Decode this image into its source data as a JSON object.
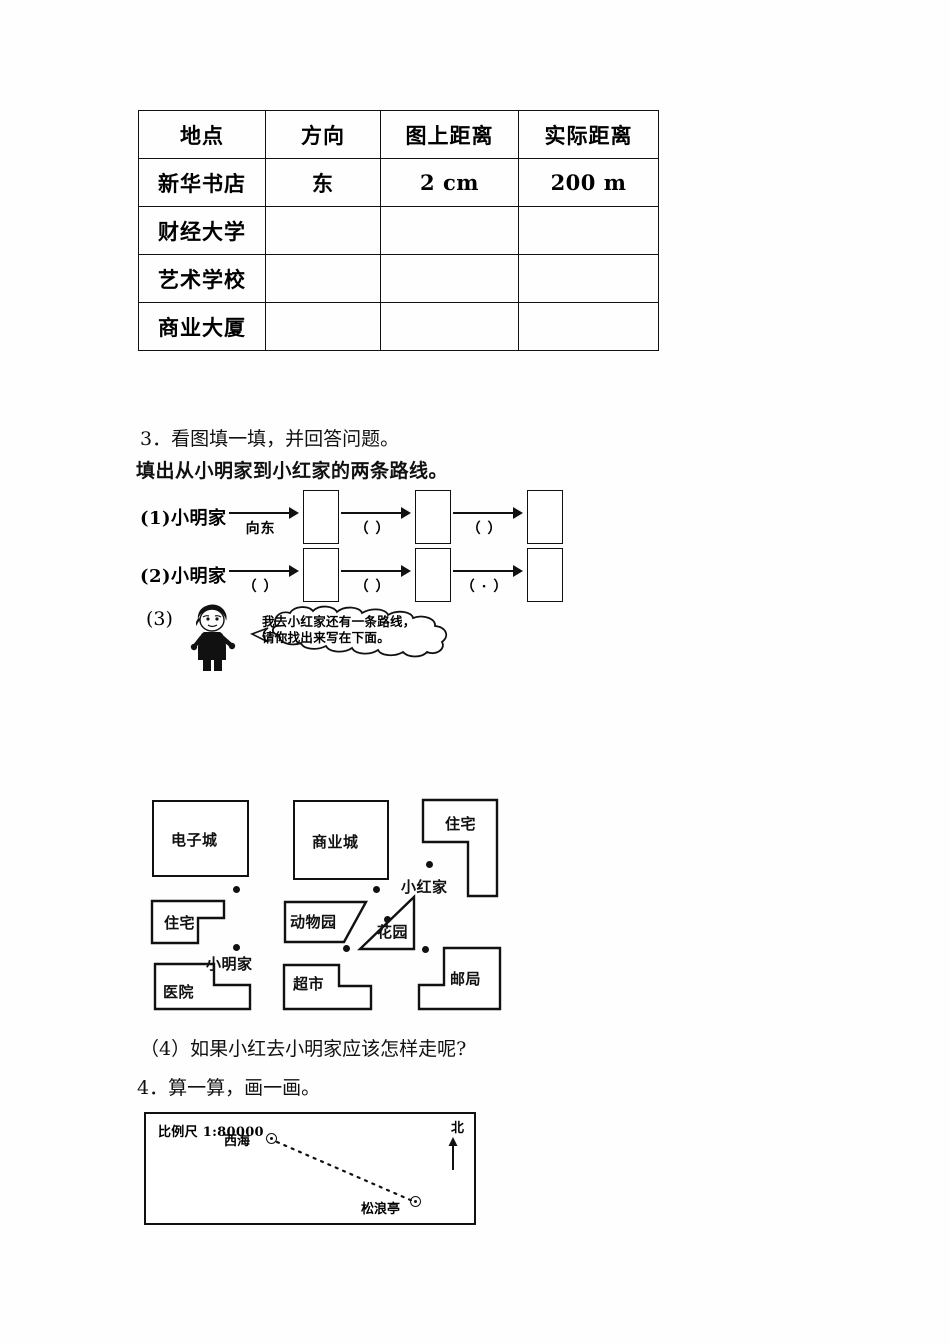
{
  "worksheet": {
    "table": {
      "headers": [
        "地点",
        "方向",
        "图上距离",
        "实际距离"
      ],
      "rows": [
        {
          "place": "新华书店",
          "direction": "东",
          "map_distance": "2 cm",
          "real_distance": "200 m"
        },
        {
          "place": "财经大学",
          "direction": "",
          "map_distance": "",
          "real_distance": ""
        },
        {
          "place": "艺术学校",
          "direction": "",
          "map_distance": "",
          "real_distance": ""
        },
        {
          "place": "商业大厦",
          "direction": "",
          "map_distance": "",
          "real_distance": ""
        }
      ]
    },
    "q3": {
      "number": "3．看图填一填，并回答问题。",
      "instruction": "填出从小明家到小红家的两条路线。",
      "route1": {
        "label": "(1)小明家",
        "arrow_labels": [
          "向东",
          "（    ）",
          "（    ）"
        ]
      },
      "route2": {
        "label": "(2)小明家",
        "arrow_labels": [
          "（    ）",
          "（    ）",
          "（ · ）"
        ]
      },
      "part3": {
        "label": "(3)",
        "bubble_line1": "我去小红家还有一条路线，",
        "bubble_line2": "请你找出来写在下面。"
      },
      "part4": "（4）如果小红去小明家应该怎样走呢?"
    },
    "map": {
      "buildings": [
        {
          "name": "电子城"
        },
        {
          "name": "商业城"
        },
        {
          "name": "住宅"
        },
        {
          "name": "住宅"
        },
        {
          "name": "动物园"
        },
        {
          "name": "花园"
        },
        {
          "name": "医院"
        },
        {
          "name": "超市"
        },
        {
          "name": "邮局"
        }
      ],
      "points": [
        {
          "name": "小红家"
        },
        {
          "name": "小明家"
        }
      ]
    },
    "q4": {
      "number": "4．算一算，画一画。",
      "scale": "比例尺 1:80000",
      "north": "北",
      "place_a": "西海",
      "place_b": "松浪亭"
    }
  },
  "colors": {
    "ink": "#111111",
    "paper": "#ffffff"
  }
}
